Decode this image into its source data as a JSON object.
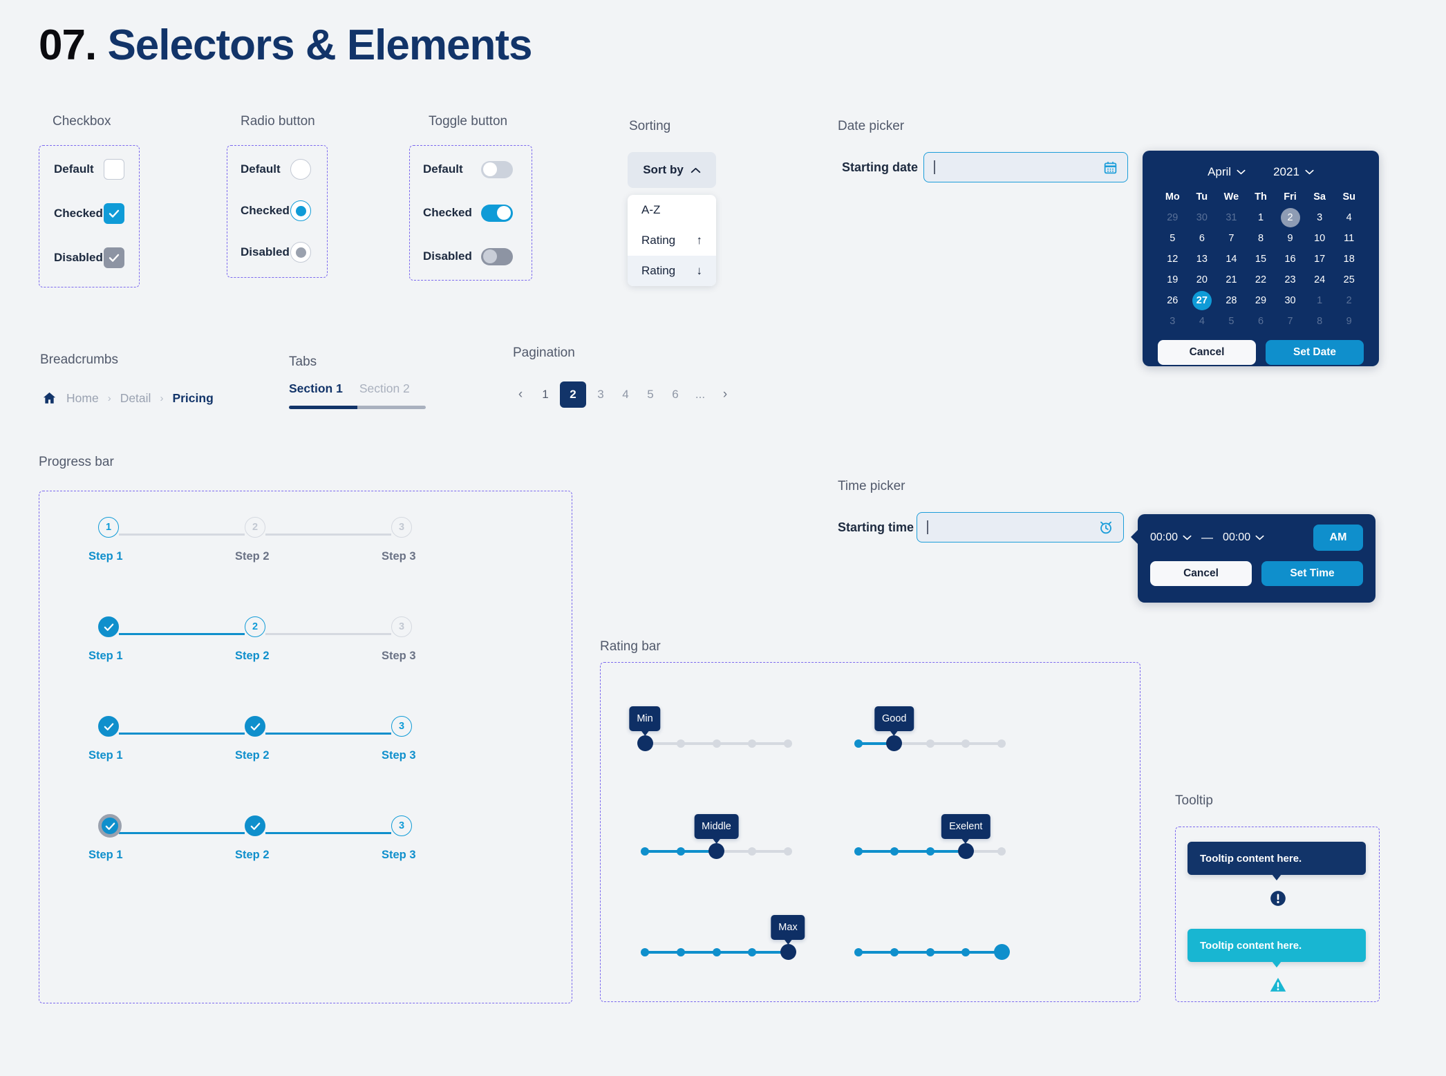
{
  "title": {
    "number": "07.",
    "text": "Selectors & Elements"
  },
  "sections": {
    "checkbox": "Checkbox",
    "radio": "Radio button",
    "toggle": "Toggle button",
    "sorting": "Sorting",
    "date_picker": "Date picker",
    "breadcrumbs": "Breadcrumbs",
    "tabs": "Tabs",
    "pagination": "Pagination",
    "progress_bar": "Progress bar",
    "time_picker": "Time picker",
    "rating_bar": "Rating bar",
    "tooltip": "Tooltip"
  },
  "states": {
    "default": "Default",
    "checked": "Checked",
    "disabled": "Disabled"
  },
  "sorting": {
    "button_label": "Sort by",
    "chevron_icon": "chevron-up-icon",
    "options": [
      {
        "label": "A-Z",
        "arrow": "",
        "active": false
      },
      {
        "label": "Rating",
        "arrow": "↑",
        "active": false
      },
      {
        "label": "Rating",
        "arrow": "↓",
        "active": true
      }
    ]
  },
  "date_picker": {
    "field_label": "Starting date",
    "input_value": "",
    "icon": "calendar-icon",
    "month": "April",
    "year": "2021",
    "weekdays": [
      "Mo",
      "Tu",
      "We",
      "Th",
      "Fri",
      "Sa",
      "Su"
    ],
    "weeks": [
      [
        {
          "d": "29",
          "t": "mut"
        },
        {
          "d": "30",
          "t": "mut"
        },
        {
          "d": "31",
          "t": "mut"
        },
        {
          "d": "1",
          "t": ""
        },
        {
          "d": "2",
          "t": "today"
        },
        {
          "d": "3",
          "t": ""
        },
        {
          "d": "4",
          "t": ""
        }
      ],
      [
        {
          "d": "5",
          "t": ""
        },
        {
          "d": "6",
          "t": ""
        },
        {
          "d": "7",
          "t": ""
        },
        {
          "d": "8",
          "t": ""
        },
        {
          "d": "9",
          "t": ""
        },
        {
          "d": "10",
          "t": ""
        },
        {
          "d": "11",
          "t": ""
        }
      ],
      [
        {
          "d": "12",
          "t": ""
        },
        {
          "d": "13",
          "t": ""
        },
        {
          "d": "14",
          "t": ""
        },
        {
          "d": "15",
          "t": ""
        },
        {
          "d": "16",
          "t": ""
        },
        {
          "d": "17",
          "t": ""
        },
        {
          "d": "18",
          "t": ""
        }
      ],
      [
        {
          "d": "19",
          "t": ""
        },
        {
          "d": "20",
          "t": ""
        },
        {
          "d": "21",
          "t": ""
        },
        {
          "d": "22",
          "t": ""
        },
        {
          "d": "23",
          "t": ""
        },
        {
          "d": "24",
          "t": ""
        },
        {
          "d": "25",
          "t": ""
        }
      ],
      [
        {
          "d": "26",
          "t": ""
        },
        {
          "d": "27",
          "t": "selday"
        },
        {
          "d": "28",
          "t": ""
        },
        {
          "d": "29",
          "t": ""
        },
        {
          "d": "30",
          "t": ""
        },
        {
          "d": "1",
          "t": "mut"
        },
        {
          "d": "2",
          "t": "mut"
        }
      ],
      [
        {
          "d": "3",
          "t": "mut"
        },
        {
          "d": "4",
          "t": "mut"
        },
        {
          "d": "5",
          "t": "mut"
        },
        {
          "d": "6",
          "t": "mut"
        },
        {
          "d": "7",
          "t": "mut"
        },
        {
          "d": "8",
          "t": "mut"
        },
        {
          "d": "9",
          "t": "mut"
        }
      ]
    ],
    "cancel": "Cancel",
    "confirm": "Set Date"
  },
  "time_picker": {
    "field_label": "Starting time",
    "input_value": "",
    "icon": "alarm-clock-icon",
    "from": "00:00",
    "to": "00:00",
    "dash": "—",
    "meridiem": "AM",
    "cancel": "Cancel",
    "confirm": "Set Time"
  },
  "breadcrumbs": {
    "home_icon": "home-icon",
    "items": [
      "Home",
      "Detail",
      "Pricing"
    ],
    "separator": "›"
  },
  "tabs": {
    "items": [
      {
        "label": "Section 1",
        "active": true
      },
      {
        "label": "Section 2",
        "active": false
      }
    ]
  },
  "pagination": {
    "prev_icon": "chevron-left-icon",
    "next_icon": "chevron-right-icon",
    "pages": [
      "1",
      "2",
      "3",
      "4",
      "5",
      "6",
      "..."
    ],
    "current": "2"
  },
  "progress": {
    "rows": [
      {
        "nodes": [
          {
            "n": "1",
            "state": "cur"
          },
          {
            "n": "2",
            "state": "idle"
          },
          {
            "n": "3",
            "state": "idle"
          }
        ],
        "labels": [
          {
            "t": "Step 1",
            "on": true
          },
          {
            "t": "Step 2",
            "on": false
          },
          {
            "t": "Step 3",
            "on": false
          }
        ],
        "tracks": [
          "idle",
          "idle"
        ]
      },
      {
        "nodes": [
          {
            "n": "",
            "state": "done"
          },
          {
            "n": "2",
            "state": "cur"
          },
          {
            "n": "3",
            "state": "idle"
          }
        ],
        "labels": [
          {
            "t": "Step 1",
            "on": true
          },
          {
            "t": "Step 2",
            "on": true
          },
          {
            "t": "Step 3",
            "on": false
          }
        ],
        "tracks": [
          "done",
          "idle"
        ]
      },
      {
        "nodes": [
          {
            "n": "",
            "state": "done"
          },
          {
            "n": "",
            "state": "done"
          },
          {
            "n": "3",
            "state": "cur"
          }
        ],
        "labels": [
          {
            "t": "Step 1",
            "on": true
          },
          {
            "t": "Step 2",
            "on": true
          },
          {
            "t": "Step 3",
            "on": true
          }
        ],
        "tracks": [
          "done",
          "done"
        ]
      },
      {
        "nodes": [
          {
            "n": "",
            "state": "dis"
          },
          {
            "n": "",
            "state": "done"
          },
          {
            "n": "3",
            "state": "cur"
          }
        ],
        "labels": [
          {
            "t": "Step 1",
            "on": true
          },
          {
            "t": "Step 2",
            "on": true
          },
          {
            "t": "Step 3",
            "on": true
          }
        ],
        "tracks": [
          "done",
          "done"
        ]
      }
    ]
  },
  "rating": {
    "sliders": [
      {
        "tip": "Min",
        "value": 0,
        "steps": 5,
        "show_tip": true,
        "thumb": "dark"
      },
      {
        "tip": "Good",
        "value": 1,
        "steps": 5,
        "show_tip": true,
        "thumb": "dark"
      },
      {
        "tip": "Middle",
        "value": 2,
        "steps": 5,
        "show_tip": true,
        "thumb": "dark"
      },
      {
        "tip": "Exelent",
        "value": 3,
        "steps": 5,
        "show_tip": true,
        "thumb": "dark"
      },
      {
        "tip": "Max",
        "value": 4,
        "steps": 5,
        "show_tip": true,
        "thumb": "dark"
      },
      {
        "tip": "",
        "value": 4,
        "steps": 5,
        "show_tip": false,
        "thumb": "light"
      }
    ]
  },
  "tooltip": {
    "items": [
      {
        "text": "Tooltip content here.",
        "variant": "navy",
        "icon": "exclamation-circle-icon"
      },
      {
        "text": "Tooltip content here.",
        "variant": "cyan",
        "icon": "warning-triangle-icon"
      }
    ]
  },
  "colors": {
    "background": "#f2f4f6",
    "navy": "#123469",
    "navy_deep": "#0e2f65",
    "blue": "#0f9bd7",
    "blue_dark": "#0f8fcc",
    "cyan": "#18b6d2",
    "gray": "#8d94a3",
    "dashed_guide": "#7b68ee"
  }
}
